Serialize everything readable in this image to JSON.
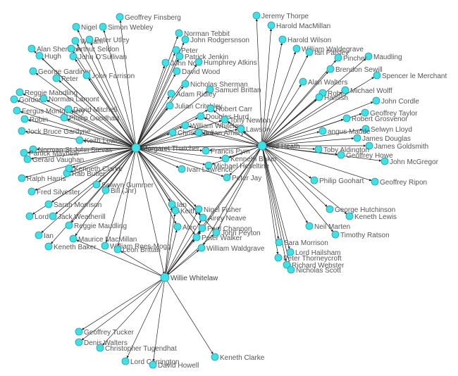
{
  "graph": {
    "colors": {
      "node": "#3fe0e6",
      "node_stroke": "#2a9aa3",
      "edge": "#222222",
      "text": "#555555"
    },
    "hubs": [
      {
        "id": "thatcher",
        "label": "Margaret Thatcher"
      },
      {
        "id": "heath",
        "label": "Ted Heath"
      },
      {
        "id": "whitelaw",
        "label": "Willie Whitelaw"
      }
    ],
    "nodes": [
      {
        "id": "n1",
        "label": "Geoffrey Finsberg",
        "links": [
          "thatcher"
        ]
      },
      {
        "id": "n2",
        "label": "Nigel",
        "links": [
          "thatcher"
        ]
      },
      {
        "id": "n3",
        "label": "Simon Webley",
        "links": [
          "thatcher"
        ]
      },
      {
        "id": "n4",
        "label": "William",
        "links": [
          "thatcher"
        ]
      },
      {
        "id": "n5",
        "label": "Peter Utley",
        "links": [
          "thatcher"
        ]
      },
      {
        "id": "n6",
        "label": "Alan Sherman",
        "links": [
          "thatcher"
        ]
      },
      {
        "id": "n7",
        "label": "Arthur Seldon",
        "links": [
          "thatcher"
        ]
      },
      {
        "id": "n8",
        "label": "Hugh",
        "links": [
          "thatcher"
        ]
      },
      {
        "id": "n9",
        "label": "John O'Sullivan",
        "links": [
          "thatcher"
        ]
      },
      {
        "id": "n10",
        "label": "George Gardiner",
        "links": [
          "thatcher"
        ]
      },
      {
        "id": "n11",
        "label": "Peter",
        "links": [
          "thatcher"
        ]
      },
      {
        "id": "n12",
        "label": "John Farrison",
        "links": [
          "thatcher"
        ]
      },
      {
        "id": "n13",
        "label": "Reggie Maudling",
        "links": [
          "thatcher"
        ]
      },
      {
        "id": "n14",
        "label": "Gordon",
        "links": [
          "thatcher"
        ]
      },
      {
        "id": "n15",
        "label": "Norman Lamont",
        "links": [
          "thatcher"
        ]
      },
      {
        "id": "n16",
        "label": "Fergus Montgomery",
        "links": [
          "thatcher"
        ]
      },
      {
        "id": "n17",
        "label": "David Mitchell",
        "links": [
          "thatcher"
        ]
      },
      {
        "id": "n18",
        "label": "Robin",
        "links": [
          "thatcher"
        ]
      },
      {
        "id": "n19",
        "label": "Phillip Goodhart",
        "links": [
          "thatcher"
        ]
      },
      {
        "id": "n20",
        "label": "Jock Bruce Gardyne",
        "links": [
          "thatcher"
        ]
      },
      {
        "id": "n21",
        "label": "Keith Lewis",
        "links": [
          "thatcher"
        ]
      },
      {
        "id": "n22",
        "label": "Norman St John Stevas",
        "links": [
          "thatcher"
        ]
      },
      {
        "id": "n23",
        "label": "Partick Mayhew",
        "links": [
          "thatcher"
        ]
      },
      {
        "id": "n24",
        "label": "Gerard Vaughan",
        "links": [
          "thatcher"
        ]
      },
      {
        "id": "n25",
        "label": "Rab Butler",
        "links": [
          "thatcher"
        ]
      },
      {
        "id": "n26",
        "label": "Kenneth Clarke",
        "links": [
          "thatcher"
        ]
      },
      {
        "id": "n27",
        "label": "Ralph Harris",
        "links": [
          "thatcher"
        ]
      },
      {
        "id": "n28",
        "label": "Selwyn Gummer",
        "links": [
          "thatcher"
        ]
      },
      {
        "id": "n29",
        "label": "Fred Silvester",
        "links": [
          "thatcher"
        ]
      },
      {
        "id": "n30",
        "label": "Bill (Jnr)",
        "links": [
          "thatcher"
        ]
      },
      {
        "id": "n31",
        "label": "Sarah Morrison",
        "links": [
          "thatcher"
        ]
      },
      {
        "id": "n32",
        "label": "Lord",
        "links": [
          "thatcher"
        ]
      },
      {
        "id": "n33",
        "label": "Jack Weatherill",
        "links": [
          "thatcher"
        ]
      },
      {
        "id": "n34",
        "label": "Reggie Maudling",
        "links": [
          "thatcher"
        ]
      },
      {
        "id": "n35",
        "label": "Ian",
        "links": [
          "thatcher"
        ]
      },
      {
        "id": "n36",
        "label": "Maurice MacMillan",
        "links": [
          "thatcher",
          "whitelaw"
        ]
      },
      {
        "id": "n37",
        "label": "Keneth Baker",
        "links": [
          "thatcher"
        ]
      },
      {
        "id": "n38",
        "label": "William Rees-Mogg",
        "links": [
          "thatcher"
        ]
      },
      {
        "id": "n39",
        "label": "Leon Brittan",
        "links": [
          "thatcher",
          "whitelaw"
        ]
      },
      {
        "id": "n40",
        "label": "Norman Tebbit",
        "links": [
          "thatcher"
        ]
      },
      {
        "id": "n41",
        "label": "John Rodgersnson",
        "links": [
          "thatcher"
        ]
      },
      {
        "id": "n42",
        "label": "Peter",
        "links": [
          "thatcher"
        ]
      },
      {
        "id": "n43",
        "label": "Patrick Jenkin",
        "links": [
          "thatcher"
        ]
      },
      {
        "id": "n44",
        "label": "John Nott",
        "links": [
          "thatcher"
        ]
      },
      {
        "id": "n45",
        "label": "Humphrey Atkins",
        "links": [
          "thatcher"
        ]
      },
      {
        "id": "n46",
        "label": "David Wood",
        "links": [
          "thatcher"
        ]
      },
      {
        "id": "n47",
        "label": "Nicholas Sherman",
        "links": [
          "thatcher"
        ]
      },
      {
        "id": "n48",
        "label": "Samuel Brittan",
        "links": [
          "thatcher"
        ]
      },
      {
        "id": "n49",
        "label": "Adam Ridley",
        "links": [
          "thatcher"
        ]
      },
      {
        "id": "n50",
        "label": "Julian Critchley",
        "links": [
          "thatcher"
        ]
      },
      {
        "id": "n51",
        "label": "Robert Carr",
        "links": [
          "thatcher",
          "heath"
        ]
      },
      {
        "id": "n52",
        "label": "Douglas Hurd",
        "links": [
          "thatcher",
          "heath"
        ]
      },
      {
        "id": "n53",
        "label": "Tony Newton",
        "links": [
          "thatcher",
          "heath"
        ]
      },
      {
        "id": "n54",
        "label": "William Whitelaw",
        "links": [
          "thatcher",
          "heath"
        ]
      },
      {
        "id": "n55",
        "label": "Christopher",
        "links": [
          "thatcher"
        ]
      },
      {
        "id": "n56",
        "label": "Julian Amery",
        "links": [
          "thatcher",
          "heath"
        ]
      },
      {
        "id": "n57",
        "label": "Lawson",
        "links": [
          "thatcher",
          "heath"
        ]
      },
      {
        "id": "n58",
        "label": "Francis Pym",
        "links": [
          "thatcher",
          "heath"
        ]
      },
      {
        "id": "n59",
        "label": "Kenneth Baker",
        "links": [
          "thatcher",
          "heath"
        ]
      },
      {
        "id": "n60",
        "label": "Michael Heseltine",
        "links": [
          "thatcher",
          "heath"
        ]
      },
      {
        "id": "n61",
        "label": "Ivan Lawrence",
        "links": [
          "thatcher"
        ]
      },
      {
        "id": "n62",
        "label": "Peter Jay",
        "links": [
          "thatcher",
          "heath"
        ]
      },
      {
        "id": "n63",
        "label": "Ian",
        "links": [
          "thatcher",
          "whitelaw"
        ]
      },
      {
        "id": "n64",
        "label": "Keith",
        "links": [
          "thatcher",
          "whitelaw"
        ]
      },
      {
        "id": "n65",
        "label": "Nigel Fisher",
        "links": [
          "thatcher",
          "whitelaw"
        ]
      },
      {
        "id": "n66",
        "label": "Airey Neave",
        "links": [
          "thatcher",
          "whitelaw"
        ]
      },
      {
        "id": "n67",
        "label": "Alec",
        "links": [
          "thatcher",
          "whitelaw"
        ]
      },
      {
        "id": "n68",
        "label": "Paul Channon",
        "links": [
          "thatcher",
          "whitelaw"
        ]
      },
      {
        "id": "n69",
        "label": "John Peyton",
        "links": [
          "thatcher",
          "whitelaw",
          "heath"
        ]
      },
      {
        "id": "n70",
        "label": "Peter Walker",
        "links": [
          "thatcher",
          "whitelaw",
          "heath"
        ]
      },
      {
        "id": "n71",
        "label": "William Waldgrave",
        "links": [
          "whitelaw",
          "heath"
        ]
      },
      {
        "id": "n72",
        "label": "Jeremy Thorpe",
        "links": [
          "heath"
        ]
      },
      {
        "id": "n73",
        "label": "Harold MacMillan",
        "links": [
          "heath"
        ]
      },
      {
        "id": "n74",
        "label": "Harold Wilson",
        "links": [
          "heath"
        ]
      },
      {
        "id": "n75",
        "label": "William Waldegrave",
        "links": [
          "heath"
        ]
      },
      {
        "id": "n76",
        "label": "Maudling",
        "links": [
          "heath"
        ]
      },
      {
        "id": "n77",
        "label": "Ian Paisley",
        "links": [
          "heath"
        ]
      },
      {
        "id": "n78",
        "label": "Pincher",
        "links": [
          "heath"
        ]
      },
      {
        "id": "n79",
        "label": "Brendon Sewill",
        "links": [
          "heath"
        ]
      },
      {
        "id": "n80",
        "label": "Spencer le Merchant",
        "links": [
          "heath"
        ]
      },
      {
        "id": "n81",
        "label": "Alan Walters",
        "links": [
          "heath"
        ]
      },
      {
        "id": "n82",
        "label": "Robin",
        "links": [
          "heath"
        ]
      },
      {
        "id": "n83",
        "label": "Michael Wolff",
        "links": [
          "heath"
        ]
      },
      {
        "id": "n84",
        "label": "Hamish",
        "links": [
          "heath"
        ]
      },
      {
        "id": "n85",
        "label": "John Cordle",
        "links": [
          "heath"
        ]
      },
      {
        "id": "n86",
        "label": "Geoffrey Taylor",
        "links": [
          "heath"
        ]
      },
      {
        "id": "n87",
        "label": "Robert Grosvenor",
        "links": [
          "heath"
        ]
      },
      {
        "id": "n88",
        "label": "Selwyn Lloyd",
        "links": [
          "heath"
        ]
      },
      {
        "id": "n89",
        "label": "angus Maude",
        "links": [
          "heath"
        ]
      },
      {
        "id": "n90",
        "label": "James Douglas",
        "links": [
          "heath"
        ]
      },
      {
        "id": "n91",
        "label": "James Goldsmith",
        "links": [
          "heath"
        ]
      },
      {
        "id": "n92",
        "label": "Toby Aldington",
        "links": [
          "heath"
        ]
      },
      {
        "id": "n93",
        "label": "Geoffrey Howe",
        "links": [
          "heath"
        ]
      },
      {
        "id": "n94",
        "label": "John McGregor",
        "links": [
          "heath"
        ]
      },
      {
        "id": "n95",
        "label": "Philip Goohart",
        "links": [
          "heath"
        ]
      },
      {
        "id": "n96",
        "label": "Geoffrey Ripon",
        "links": [
          "heath"
        ]
      },
      {
        "id": "n97",
        "label": "George Hutchinson",
        "links": [
          "heath"
        ]
      },
      {
        "id": "n98",
        "label": "Keneth Lewis",
        "links": [
          "heath"
        ]
      },
      {
        "id": "n99",
        "label": "Neil Marten",
        "links": [
          "heath"
        ]
      },
      {
        "id": "n100",
        "label": "Timothy Ratson",
        "links": [
          "heath"
        ]
      },
      {
        "id": "n101",
        "label": "Sara Morrison",
        "links": [
          "heath"
        ]
      },
      {
        "id": "n102",
        "label": "Lord Hailsham",
        "links": [
          "heath"
        ]
      },
      {
        "id": "n103",
        "label": "Peter Thorneycroft",
        "links": [
          "heath"
        ]
      },
      {
        "id": "n104",
        "label": "Richard Webster",
        "links": [
          "heath"
        ]
      },
      {
        "id": "n105",
        "label": "Nicholas Scott",
        "links": [
          "heath"
        ]
      },
      {
        "id": "n106",
        "label": "Geoffrey Tucker",
        "links": [
          "whitelaw"
        ]
      },
      {
        "id": "n107",
        "label": "Denis Walters",
        "links": [
          "whitelaw"
        ]
      },
      {
        "id": "n108",
        "label": "Christopher Tugendhat",
        "links": [
          "whitelaw"
        ]
      },
      {
        "id": "n109",
        "label": "Lord Carrington",
        "links": [
          "whitelaw"
        ]
      },
      {
        "id": "n110",
        "label": "Keneth Clarke",
        "links": [
          "whitelaw"
        ]
      },
      {
        "id": "n111",
        "label": "David Howell",
        "links": [
          "whitelaw"
        ]
      }
    ]
  }
}
